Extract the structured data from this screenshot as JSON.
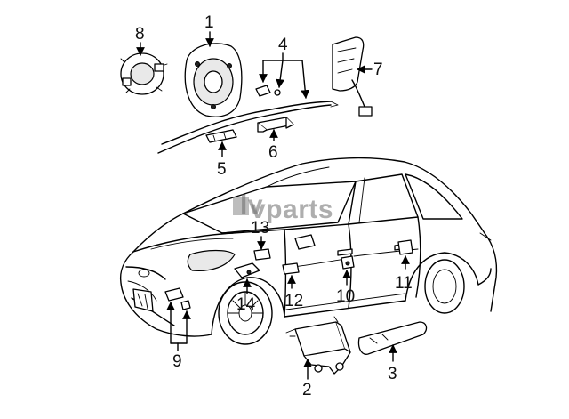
{
  "watermark": {
    "text": "vparts",
    "mark": "lv"
  },
  "callouts": {
    "c1": "1",
    "c2": "2",
    "c3": "3",
    "c4": "4",
    "c5": "5",
    "c6": "6",
    "c7": "7",
    "c8": "8",
    "c9": "9",
    "c10": "10",
    "c11": "11",
    "c12": "12",
    "c13": "13",
    "c14": "14"
  },
  "colors": {
    "line": "#000000",
    "watermark": "#6d6d6d",
    "background": "#ffffff"
  }
}
